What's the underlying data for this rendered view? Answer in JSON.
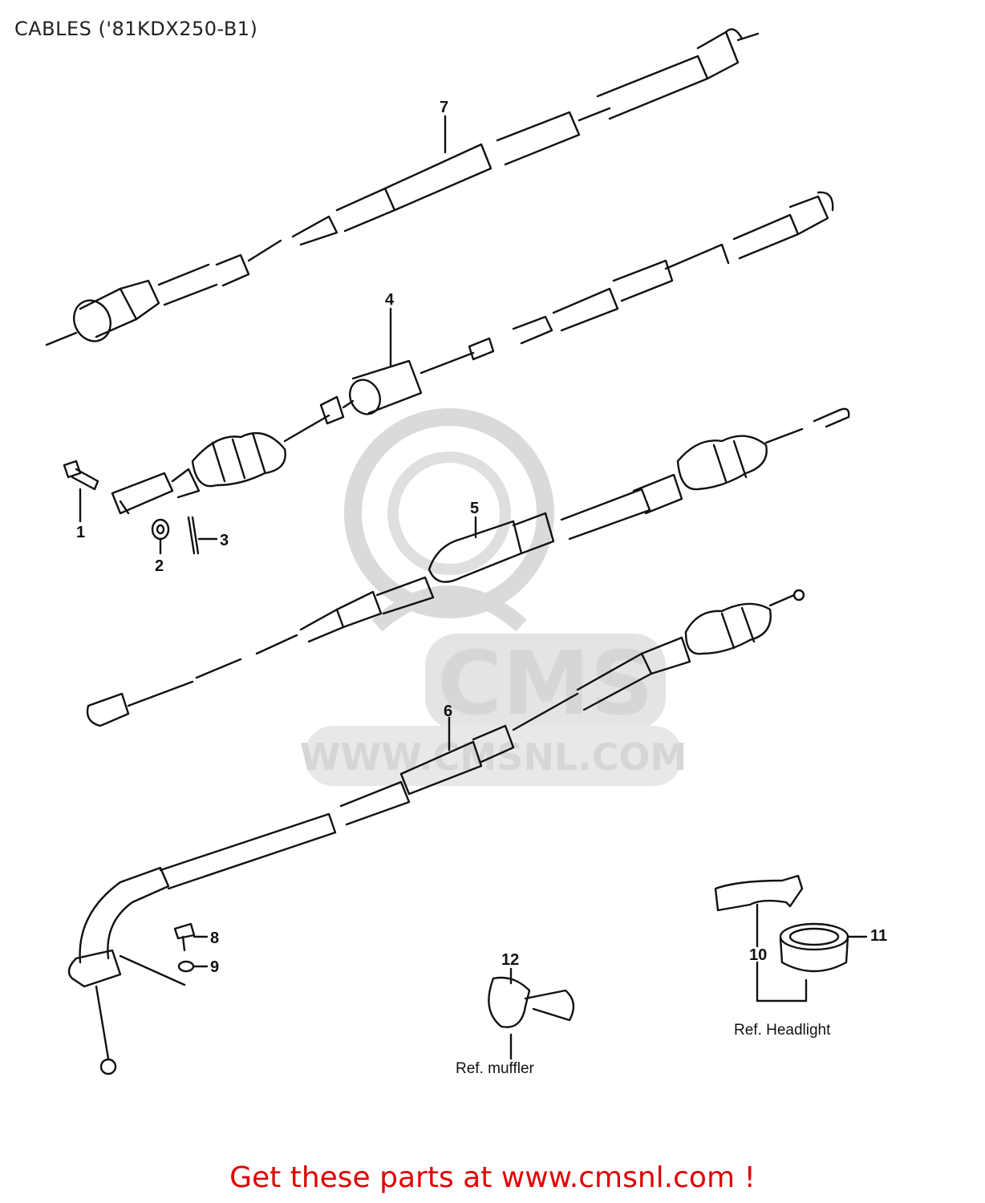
{
  "title": "CABLES ('81KDX250-B1)",
  "footer": "Get these parts at www.cmsnl.com !",
  "watermark": {
    "logo_text": "CMS",
    "site": "WWW.CMSNL.COM"
  },
  "callouts": {
    "c1": "1",
    "c2": "2",
    "c3": "3",
    "c4": "4",
    "c5": "5",
    "c6": "6",
    "c7": "7",
    "c8": "8",
    "c9": "9",
    "c10": "10",
    "c11": "11",
    "c12": "12"
  },
  "refs": {
    "muffler": "Ref. muffler",
    "headlight": "Ref. Headlight"
  },
  "colors": {
    "line": "#111111",
    "footer": "#e00000",
    "watermark": "#d2d2d2"
  }
}
